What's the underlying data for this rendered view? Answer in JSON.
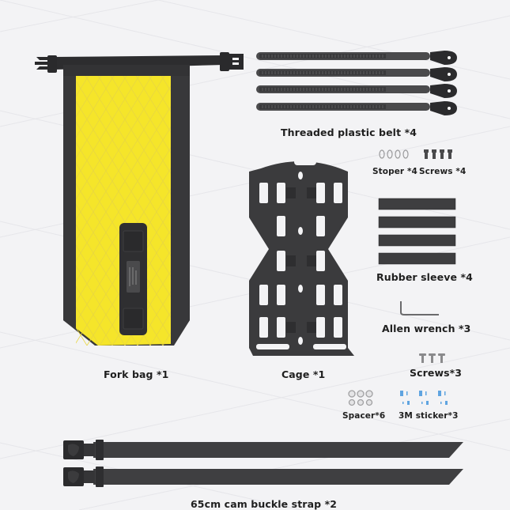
{
  "colors": {
    "background": "#f3f3f5",
    "bag_black": "#3a3a3c",
    "bag_yellow": "#f5e52a",
    "plastic_dark": "#3d3d3f",
    "label_text": "#1f1f1f"
  },
  "items": {
    "fork_bag": {
      "label": "Fork bag *1",
      "icon": "fork-bag-icon"
    },
    "cage": {
      "label": "Cage *1",
      "icon": "cage-icon"
    },
    "threaded_belt": {
      "label": "Threaded plastic belt *4",
      "icon": "threaded-belt-icon",
      "count": 4
    },
    "stoper": {
      "label": "Stoper *4",
      "icon": "stoper-icon",
      "count": 4
    },
    "screws_4": {
      "label": "Screws *4",
      "icon": "screw-icon",
      "count": 4
    },
    "rubber_sleeve": {
      "label": "Rubber sleeve *4",
      "icon": "rubber-sleeve-icon",
      "count": 4
    },
    "allen_wrench": {
      "label": "Allen wrench *3",
      "icon": "allen-wrench-icon"
    },
    "screws_3": {
      "label": "Screws*3",
      "icon": "screw-icon",
      "count": 3
    },
    "spacer": {
      "label": "Spacer*6",
      "icon": "spacer-icon",
      "count": 6
    },
    "sticker": {
      "label": "3M sticker*3",
      "icon": "sticker-icon",
      "count": 3
    },
    "cam_strap": {
      "label": "65cm cam buckle strap *2",
      "icon": "cam-buckle-strap-icon",
      "count": 2
    }
  }
}
